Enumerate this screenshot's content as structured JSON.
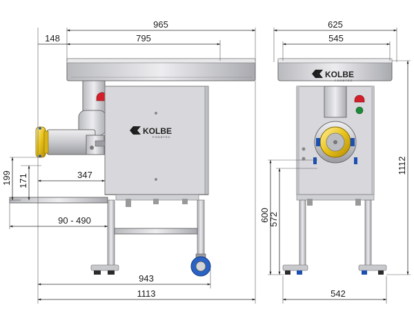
{
  "brand": {
    "name": "KOLBE",
    "sub": "FOODTEC"
  },
  "side_view": {
    "dims": {
      "overall_top": "965",
      "offset_left": "148",
      "body_top": "795",
      "chute_height": "199",
      "chute_center": "171",
      "chute_depth": "347",
      "push_bar": "90 - 490",
      "leg_span": "943",
      "overall_bottom": "1113"
    }
  },
  "front_view": {
    "dims": {
      "overall_top": "625",
      "body_top": "545",
      "total_height": "1112",
      "outlet_height": "600",
      "outlet_center": "572",
      "leg_span": "542"
    }
  },
  "colors": {
    "steel": "#c9cace",
    "gold_ring": "#e8c21a",
    "stop_button": "#d21f2a",
    "start_button": "#1f8a3a",
    "caster": "#2a63c4",
    "foot": "#2b2b2b"
  }
}
